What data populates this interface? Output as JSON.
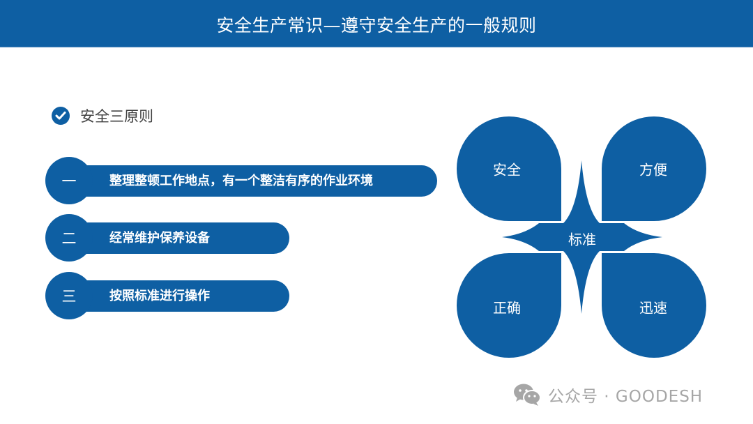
{
  "header": {
    "title": "安全生产常识—遵守安全生产的一般规则"
  },
  "section": {
    "icon": "check-circle-icon",
    "title": "安全三原则"
  },
  "items": [
    {
      "number": "一",
      "text": "整理整顿工作地点，有一个整洁有序的作业环境"
    },
    {
      "number": "二",
      "text": "经常维护保养设备"
    },
    {
      "number": "三",
      "text": "按照标准进行操作"
    }
  ],
  "diagram": {
    "center": "标准",
    "petals": {
      "top_left": "安全",
      "top_right": "方便",
      "bottom_left": "正确",
      "bottom_right": "迅速"
    }
  },
  "watermark": {
    "icon": "wechat-icon",
    "text": "公众号 · GOODESH"
  },
  "colors": {
    "primary": "#0e5fa3",
    "text_dark": "#404040",
    "watermark": "#a6a6a6",
    "background": "#ffffff"
  }
}
